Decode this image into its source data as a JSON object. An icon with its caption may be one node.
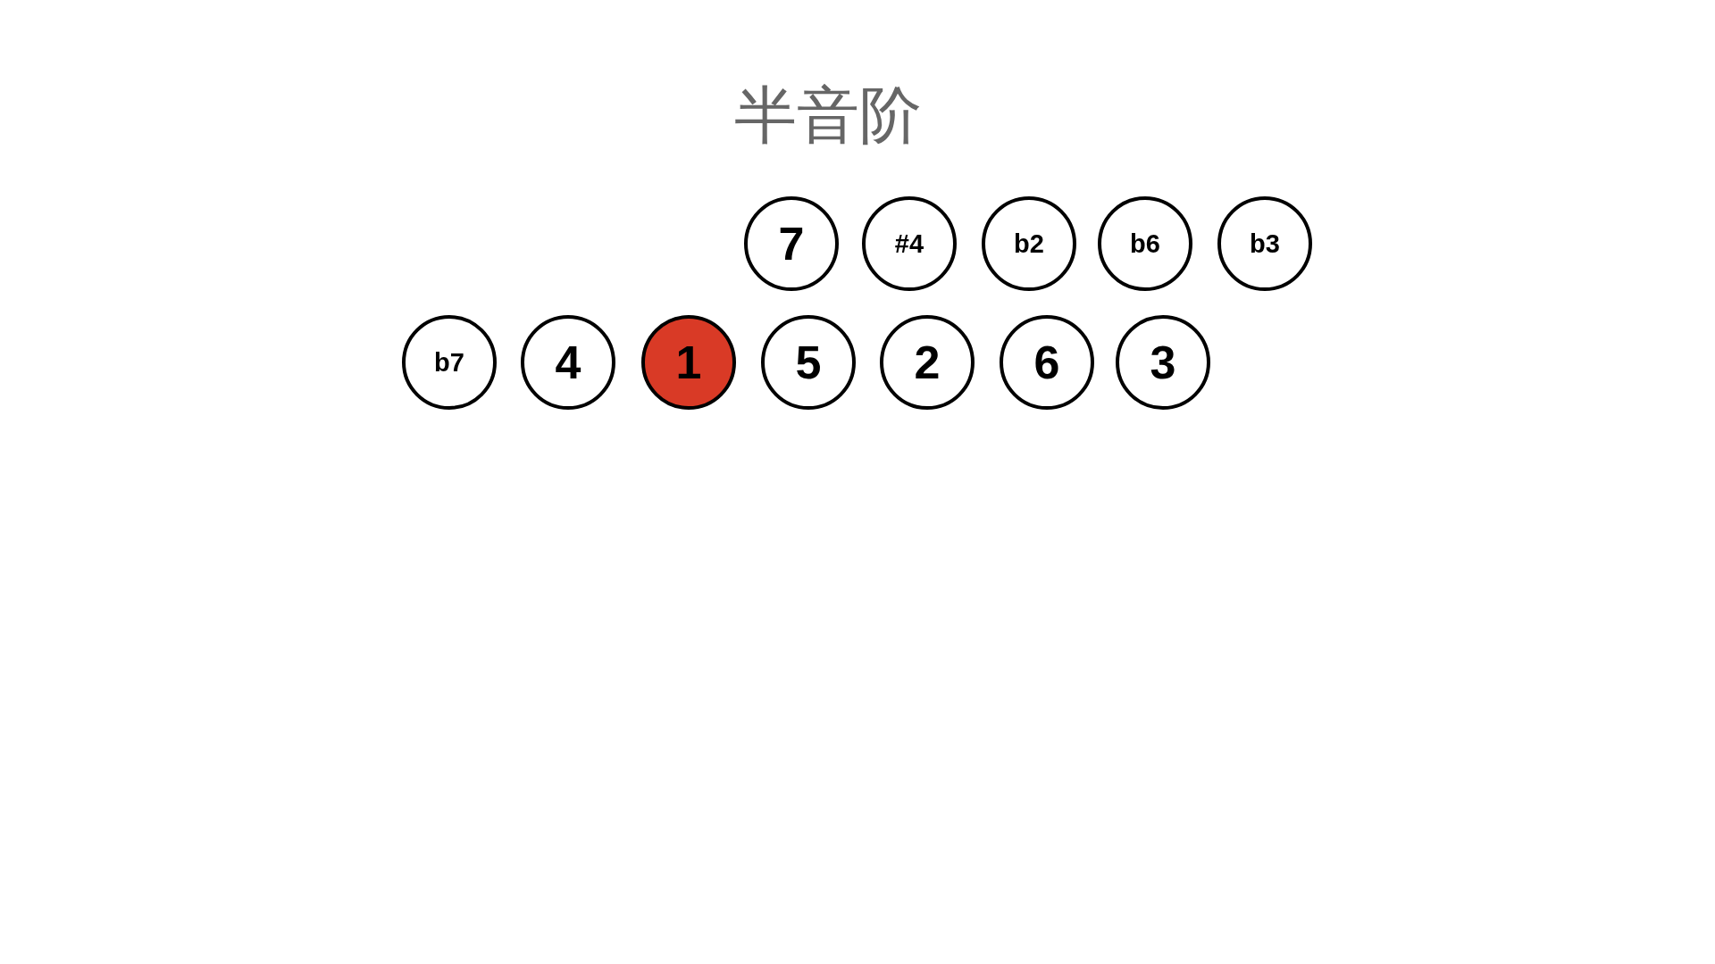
{
  "diagram": {
    "title": "半音阶",
    "nodes": [
      {
        "text": [
          "7"
        ]
      },
      {
        "text": [
          "#4"
        ]
      },
      {
        "text": [
          "b2"
        ]
      },
      {
        "text": [
          "b6"
        ]
      },
      {
        "text": [
          "b3"
        ]
      },
      {
        "text": [
          "b7"
        ]
      },
      {
        "text": [
          "4"
        ]
      },
      {
        "text": [
          "1"
        ]
      },
      {
        "text": [
          "5"
        ]
      },
      {
        "text": [
          "2"
        ]
      },
      {
        "text": [
          "6"
        ]
      },
      {
        "text": [
          "3"
        ]
      }
    ]
  }
}
